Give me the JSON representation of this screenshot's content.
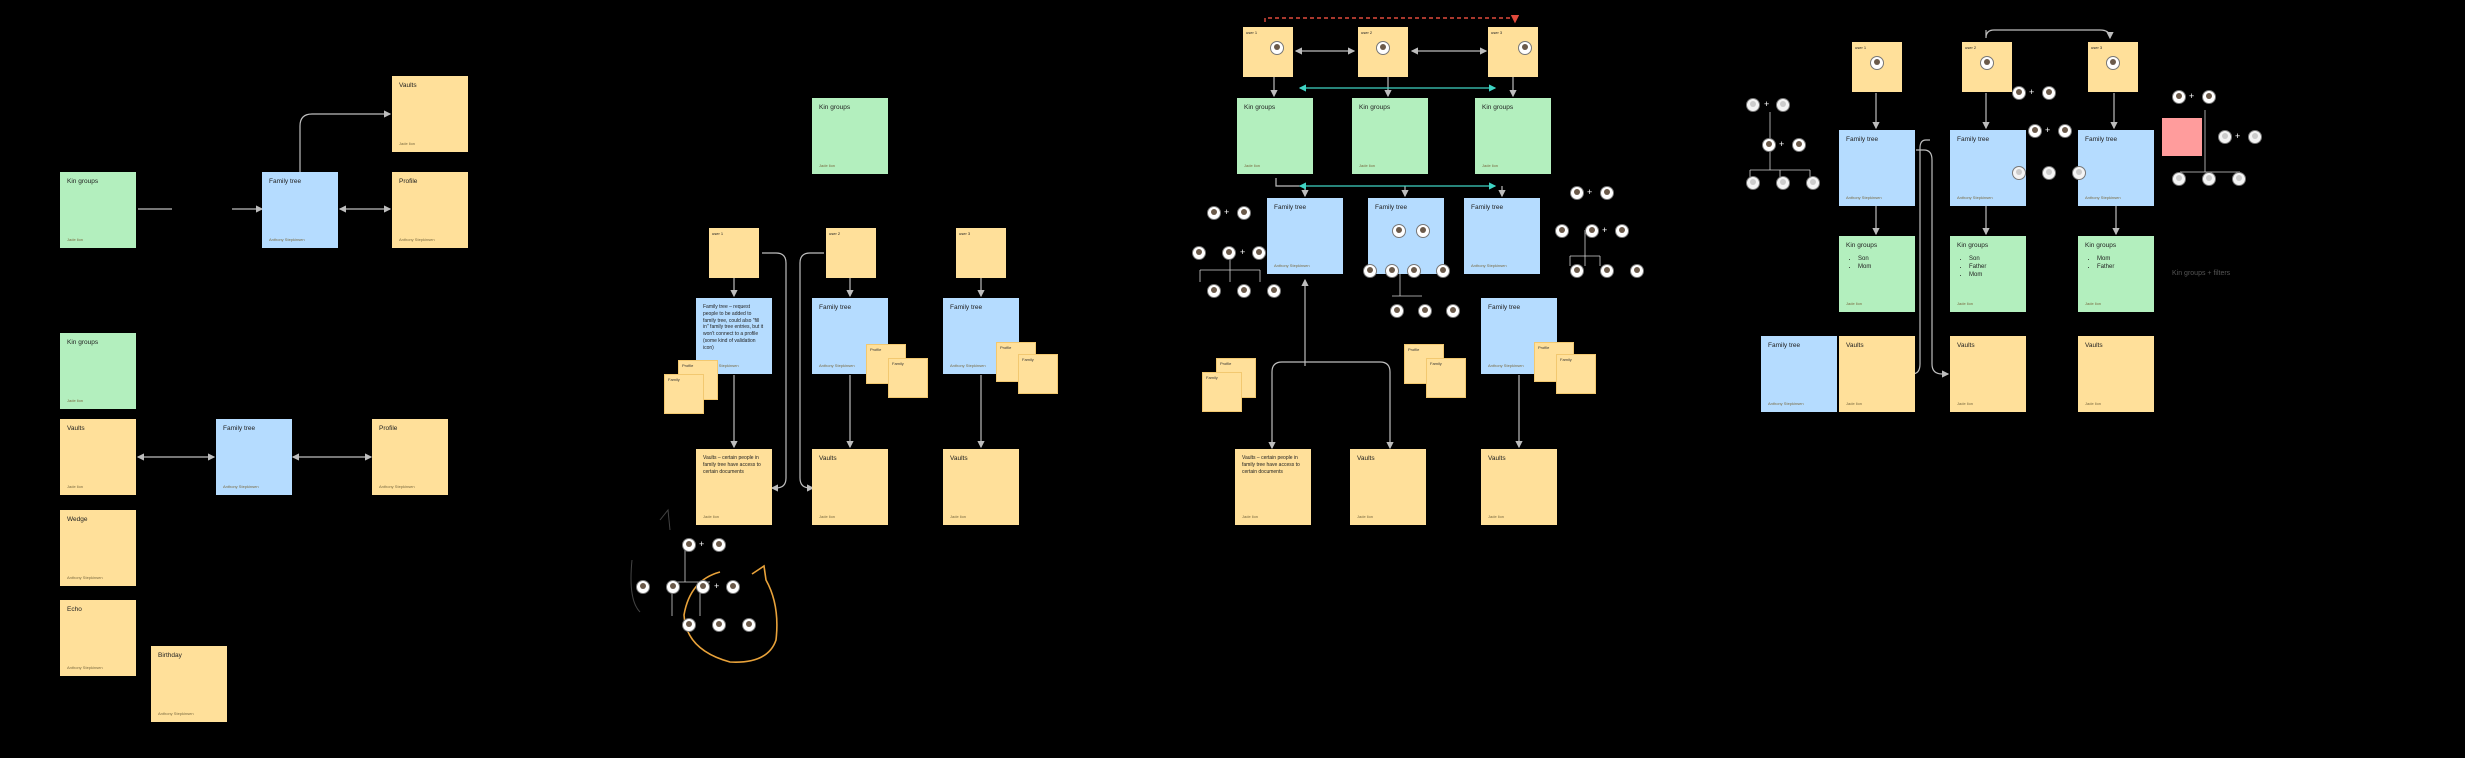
{
  "labels": {
    "kin_groups": "Kin groups",
    "family_tree": "Family tree",
    "vaults": "Vaults",
    "profile": "Profile",
    "wedge": "Wedge",
    "echo": "Echo",
    "birthday": "Birthday",
    "user1": "user 1",
    "user2": "user 2",
    "user3": "user 3",
    "author_a": "Jade lion",
    "author_b": "Anthony Stepkinsen",
    "tiny_card_a": "Profile",
    "tiny_card_b": "Family",
    "family_tree_request": "Family tree – request people to be added to family tree, could also \"fill in\" family tree entries, but it won't connect to a profile (some kind of validation icon)",
    "vaults_access": "Vaults – certain people in family tree have access to certain documents",
    "kin_son_mom": [
      "Son",
      "Mom"
    ],
    "kin_son_father_mom": [
      "Son",
      "Father",
      "Mom"
    ],
    "kin_mom_father": [
      "Mom",
      "Father"
    ],
    "kin_groups_filter_tag": "Kin groups + filters"
  },
  "colors": {
    "yellow": "#ffe09a",
    "green": "#b3efbe",
    "blue": "#b5dcff",
    "pink": "#ff9c9c",
    "arrow": "#bdbdbd",
    "teal": "#3fd4c4",
    "red_dash": "#e04a3c",
    "sketch": "#e8a23a"
  }
}
